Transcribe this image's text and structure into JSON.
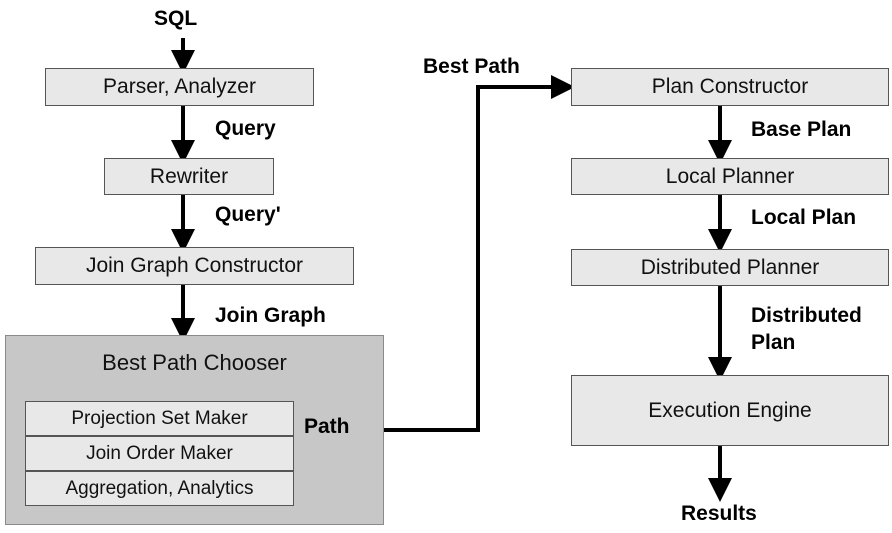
{
  "left_pipeline": {
    "input_label": "SQL",
    "parser_label": "Parser, Analyzer",
    "query_label": "Query",
    "rewriter_label": "Rewriter",
    "query_prime_label": "Query'",
    "join_graph_constructor_label": "Join Graph Constructor",
    "join_graph_label": "Join Graph"
  },
  "chooser": {
    "title": "Best Path Chooser",
    "components": [
      "Projection Set Maker",
      "Join Order Maker",
      "Aggregation, Analytics"
    ],
    "path_label": "Path"
  },
  "connector_label": "Best Path",
  "right_pipeline": {
    "plan_constructor_label": "Plan Constructor",
    "base_plan_label": "Base Plan",
    "local_planner_label": "Local Planner",
    "local_plan_label": "Local Plan",
    "distributed_planner_label": "Distributed Planner",
    "distributed_plan_label_line1": "Distributed",
    "distributed_plan_label_line2": "Plan",
    "execution_engine_label": "Execution Engine",
    "output_label": "Results"
  },
  "colors": {
    "box_fill": "#e8e8e8",
    "group_fill": "#c7c7c7",
    "arrow": "#000000"
  }
}
